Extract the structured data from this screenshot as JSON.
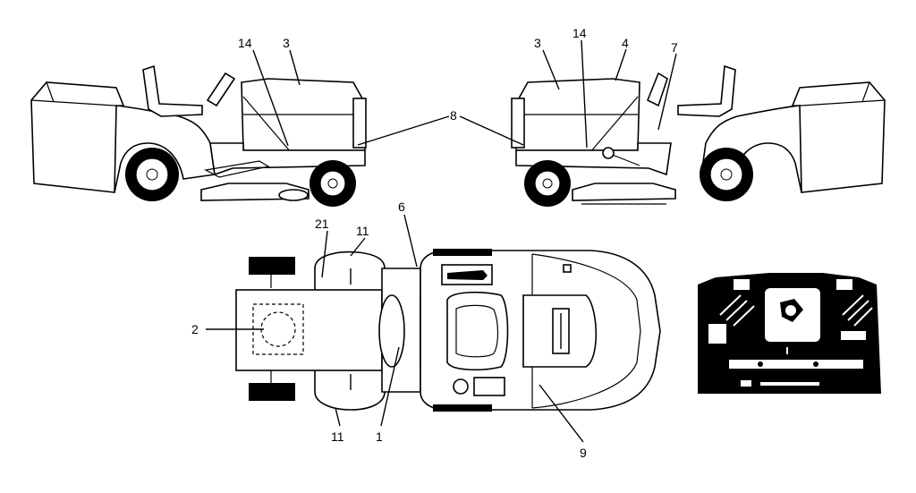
{
  "callouts": {
    "c14_left": "14",
    "c3_left": "3",
    "c3_right": "3",
    "c14_right": "14",
    "c4": "4",
    "c7": "7",
    "c8": "8",
    "c6": "6",
    "c21": "21",
    "c11_top": "11",
    "c2": "2",
    "c11_bottom": "11",
    "c1": "1",
    "c9": "9"
  }
}
